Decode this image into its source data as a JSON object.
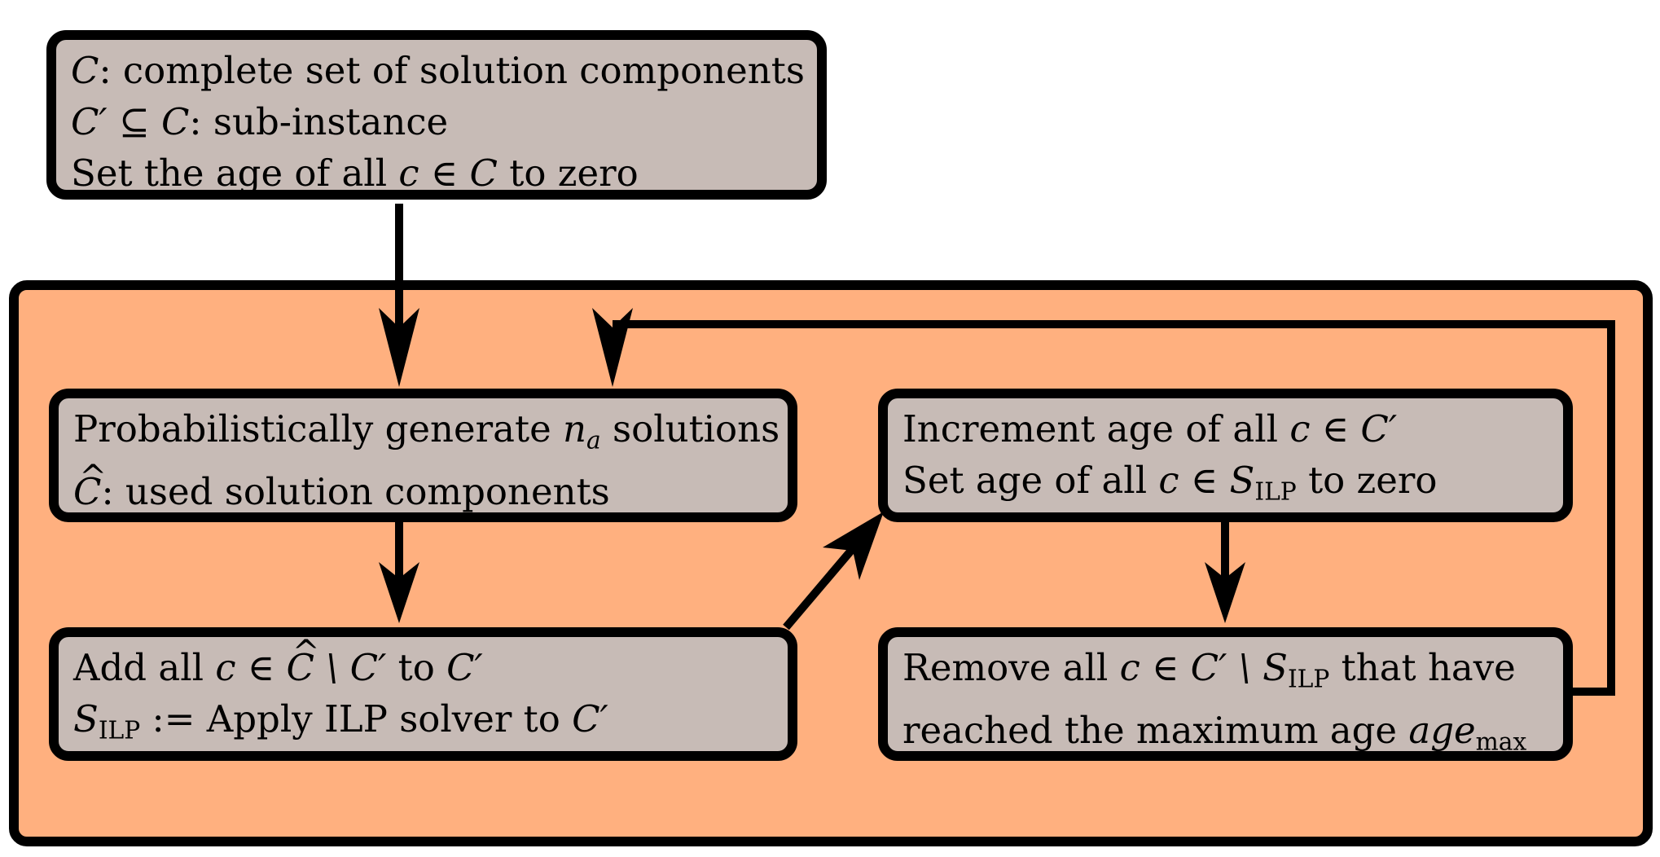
{
  "colors": {
    "background": "#ffffff",
    "loop_container": "#ffb07f",
    "box_fill": "#c7bbb6",
    "stroke": "#000000"
  },
  "init_box": {
    "line1_var": "C",
    "line1_text": ": complete set of solution components",
    "line2_var": "C′ ⊆ C",
    "line2_text": ": sub-instance",
    "line3_prefix": "Set the age of all ",
    "line3_math": "c ∈ C",
    "line3_suffix": " to zero"
  },
  "generate_box": {
    "line1_prefix": "Probabilistically generate ",
    "line1_var": "n",
    "line1_sub": "a",
    "line1_suffix": " solutions",
    "line2_var": "C",
    "line2_text": ": used solution components"
  },
  "add_box": {
    "line1_prefix": "Add all ",
    "line1_math_a": "c ∈ ",
    "line1_math_hat": "C",
    "line1_math_b": " \\ C′",
    "line1_mid": " to ",
    "line1_math_c": "C′",
    "line2_var": "S",
    "line2_sub": "ILP",
    "line2_text": " := Apply ILP solver to ",
    "line2_math": "C′"
  },
  "increment_box": {
    "line1_prefix": "Increment age of all ",
    "line1_math": "c ∈ C′",
    "line2_prefix": "Set age of all ",
    "line2_math": "c ∈ S",
    "line2_sub": "ILP",
    "line2_suffix": " to zero"
  },
  "remove_box": {
    "line1_prefix": "Remove all ",
    "line1_math": "c ∈ C′ \\ S",
    "line1_sub": "ILP",
    "line1_suffix": " that have",
    "line2_prefix": "reached the maximum age ",
    "line2_var": "age",
    "line2_sub": "max"
  }
}
